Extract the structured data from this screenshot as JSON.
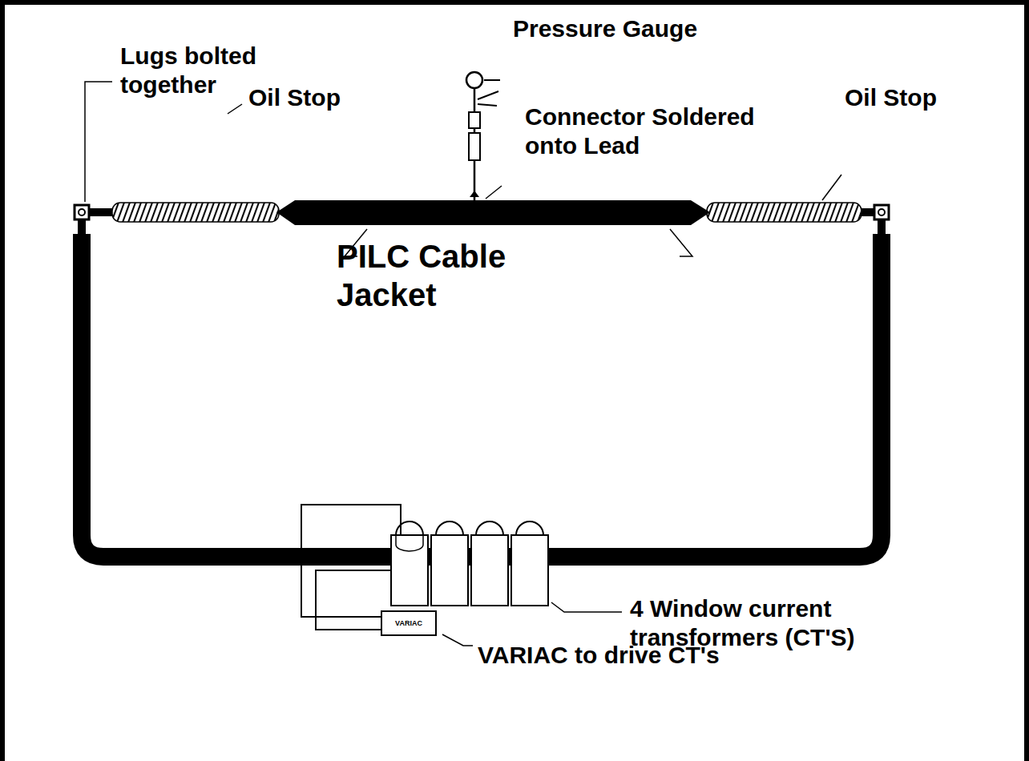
{
  "diagram": {
    "nodes": [
      {
        "text": [
          "VARIAC"
        ]
      }
    ],
    "labels": [
      "Pressure Gauge",
      "Lugs bolted together",
      "Connector Soldered onto Lead",
      "Oil Stop",
      "Oil Stop",
      "PILC Cable Jacket",
      "4 Window current transformers (CT'S)",
      "VARIAC to drive CT's"
    ]
  }
}
